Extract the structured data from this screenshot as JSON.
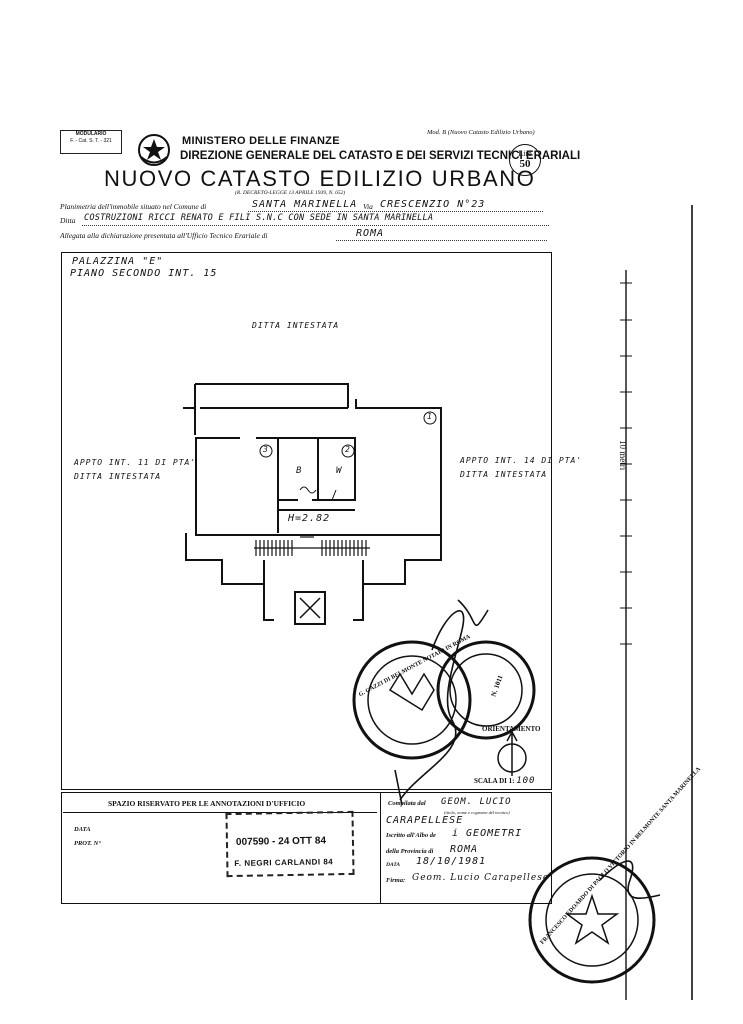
{
  "header": {
    "modulario": "MODULARIO",
    "modulario_code": "F. - Cat. S. T. - 321",
    "ministry": "MINISTERO DELLE FINANZE",
    "direction": "DIREZIONE GENERALE DEL CATASTO E DEI SERVIZI TECNICI ERARIALI",
    "title": "NUOVO CATASTO EDILIZIO URBANO",
    "decree": "(R. DECRETO-LEGGE 13 APRILE 1939, N. 652)",
    "mod_note": "Mod. B (Nuovo Catasto Edilizio Urbano)",
    "price_label": "Lire",
    "price_value": "50"
  },
  "fields": {
    "planimetria_label": "Planimetria dell'immobile situato nel Comune di",
    "comune": "SANTA MARINELLA",
    "via_label": "Via",
    "via": "CRESCENZIO N°23",
    "ditta_label": "Ditta",
    "ditta": "COSTRUZIONI RICCI RENATO E FILI S.N.C CON SEDE IN SANTA MARINELLA",
    "allegata_label": "Allegata alla dichiarazione presentata all'Ufficio Tecnico Erariale di",
    "ufficio": "ROMA"
  },
  "plan": {
    "building": "PALAZZINA \"E\"",
    "floor": "PIANO SECONDO INT. 15",
    "top_label": "DITTA INTESTATA",
    "left_label_1": "APPTO INT. 11 DI PTA'",
    "left_label_2": "DITTA INTESTATA",
    "right_label_1": "APPTO INT. 14 DI PTA'",
    "right_label_2": "DITTA INTESTATA",
    "room_1": "1",
    "room_2": "2",
    "room_3": "3",
    "bath_b": "B",
    "bath_w": "W",
    "height": "H=2.82",
    "orientation_label": "ORIENTAMENTO",
    "scale_label": "SCALA DI 1:",
    "scale_value": "100",
    "scale_bar_label": "10 metri"
  },
  "office_box": {
    "title": "SPAZIO RISERVATO PER LE ANNOTAZIONI D'UFFICIO",
    "data_label": "DATA",
    "prot_label": "PROT. N°",
    "stamp_line_1": "007590 - 24 OTT 84",
    "stamp_line_2": "F. NEGRI CARLANDI 84"
  },
  "signature_box": {
    "compilata_label": "Compilata dal",
    "compilata_sub": "(titolo, nome e cognome del tecnico)",
    "compilata_value": "GEOM. LUCIO",
    "compilata_value_2": "CARAPELLESE",
    "iscritto_label": "Iscritto all'Albo de",
    "iscritto_value": "i GEOMETRI",
    "provincia_label": "della Provincia di",
    "provincia_value": "ROMA",
    "data_label": "DATA",
    "data_value": "18/10/1981",
    "firma_label": "Firma:",
    "firma_value": "Geom. Lucio Carapellese"
  },
  "stamps": {
    "notary_1": "G. GAZZI DI BELMONTE NOTAIO IN ROMA",
    "notary_2": "FRANCESCO EDOARDO DI PAOLO VITTORIO IN BELMONTE SANTA MARINELLA",
    "notary_2_no": "N. 1011"
  }
}
